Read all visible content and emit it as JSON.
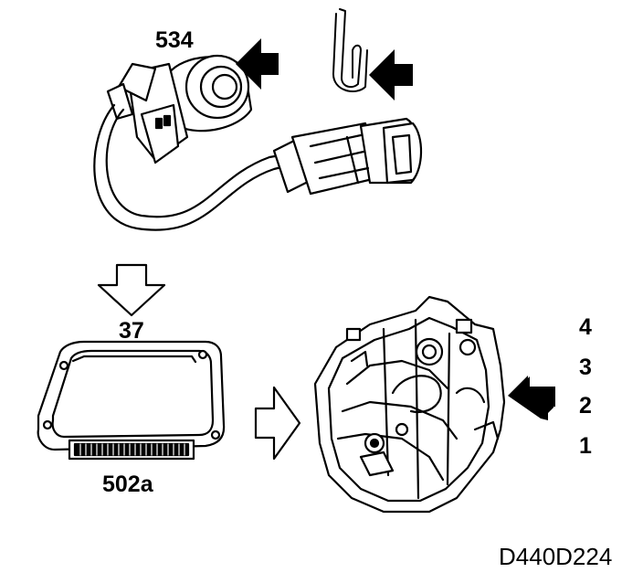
{
  "labels": {
    "sensor": "534",
    "connector_id": "37",
    "control_module": "502a",
    "gear_4": "4",
    "gear_3": "3",
    "gear_2": "2",
    "gear_1": "1",
    "figure_code": "D440D224"
  },
  "colors": {
    "ink": "#000000",
    "paper": "#ffffff",
    "shade": "#d0d0d0"
  },
  "icons": {
    "arrow_pointing_sensor": "solid-arrow-left",
    "arrow_pointing_clip": "solid-arrow-left",
    "arrow_flow_down": "outline-arrow-down",
    "arrow_flow_right": "outline-arrow-right",
    "arrow_gear": "solid-arrow-down-left"
  }
}
